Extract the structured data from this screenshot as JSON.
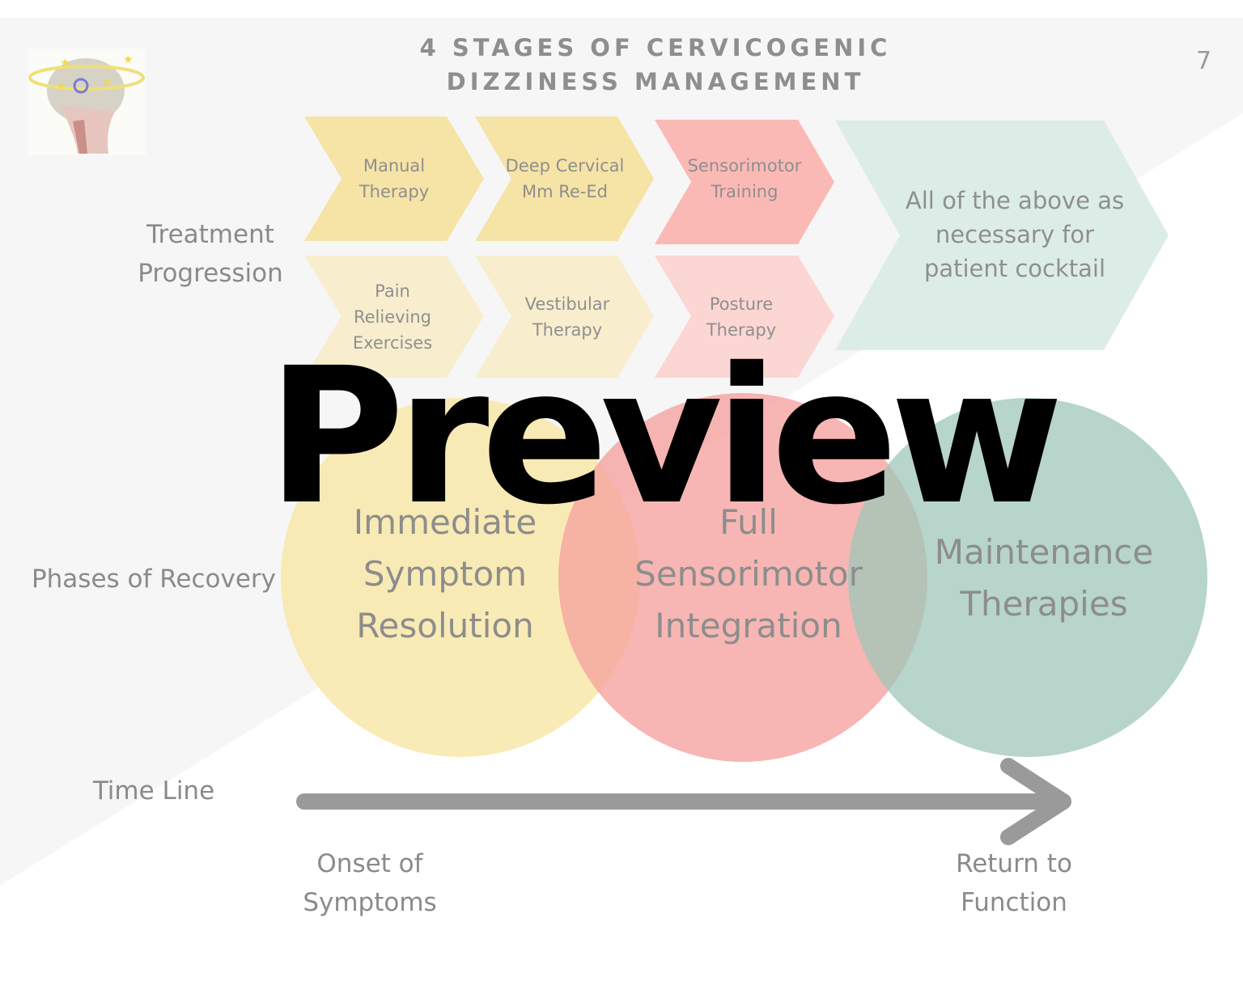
{
  "title_lines": [
    "4 STAGES OF CERVICOGENIC",
    "DIZZINESS MANAGEMENT"
  ],
  "page_number": "7",
  "labels": {
    "treatment": [
      "Treatment",
      "Progression"
    ],
    "phases": "Phases of Recovery",
    "timeline": "Time Line",
    "start": [
      "Onset of",
      "Symptoms"
    ],
    "end": [
      "Return to",
      "Function"
    ]
  },
  "chevrons": [
    {
      "lines": [
        "Manual",
        "Therapy"
      ],
      "color": "#f6e3a6"
    },
    {
      "lines": [
        "Deep Cervical",
        "Mm Re-Ed"
      ],
      "color": "#f6e3a6"
    },
    {
      "lines": [
        "Sensorimotor",
        "Training"
      ],
      "color": "#fbb9b6"
    },
    {
      "lines": [
        "Pain",
        "Relieving",
        "Exercises"
      ],
      "color": "#f8eecd"
    },
    {
      "lines": [
        "Vestibular",
        "Therapy"
      ],
      "color": "#f8eecd"
    },
    {
      "lines": [
        "Posture",
        "Therapy"
      ],
      "color": "#fbd6d3"
    },
    {
      "lines": [
        "All of the above as",
        "necessary for",
        "patient cocktail"
      ],
      "color": "#dcede7"
    }
  ],
  "phases": [
    {
      "lines": [
        "Immediate",
        "Symptom",
        "Resolution"
      ],
      "color": "#f8e7a8"
    },
    {
      "lines": [
        "Full",
        "Sensorimotor",
        "Integration"
      ],
      "color": "#f5a19d"
    },
    {
      "lines": [
        "Maintenance",
        "Therapies"
      ],
      "color": "#9fc7b8"
    }
  ],
  "timeline_color": "#9a9a9a",
  "watermark": "Preview",
  "icons": {
    "logo": "head-dizziness-icon"
  }
}
